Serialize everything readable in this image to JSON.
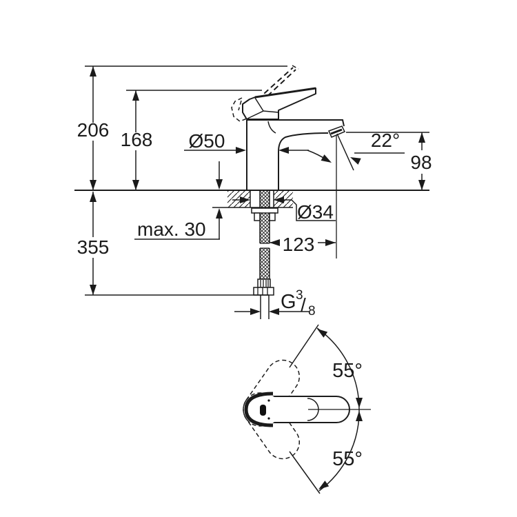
{
  "title": "Single-lever basin mixer technical dimension drawing",
  "colors": {
    "line": "#1b1b1b",
    "background": "#ffffff"
  },
  "side_view": {
    "total_height": "206",
    "lever_height": "168",
    "body_diameter": "Ø50",
    "spout_angle": "22°",
    "outlet_height": "98",
    "install_length": "355",
    "deck_thickness": "max. 30",
    "hole_diameter": "Ø34",
    "reach": "123",
    "thread": {
      "g": "G",
      "num": "3",
      "slash": "/",
      "den": "8"
    }
  },
  "top_view": {
    "swivel_up": "55°",
    "swivel_down": "55°"
  }
}
